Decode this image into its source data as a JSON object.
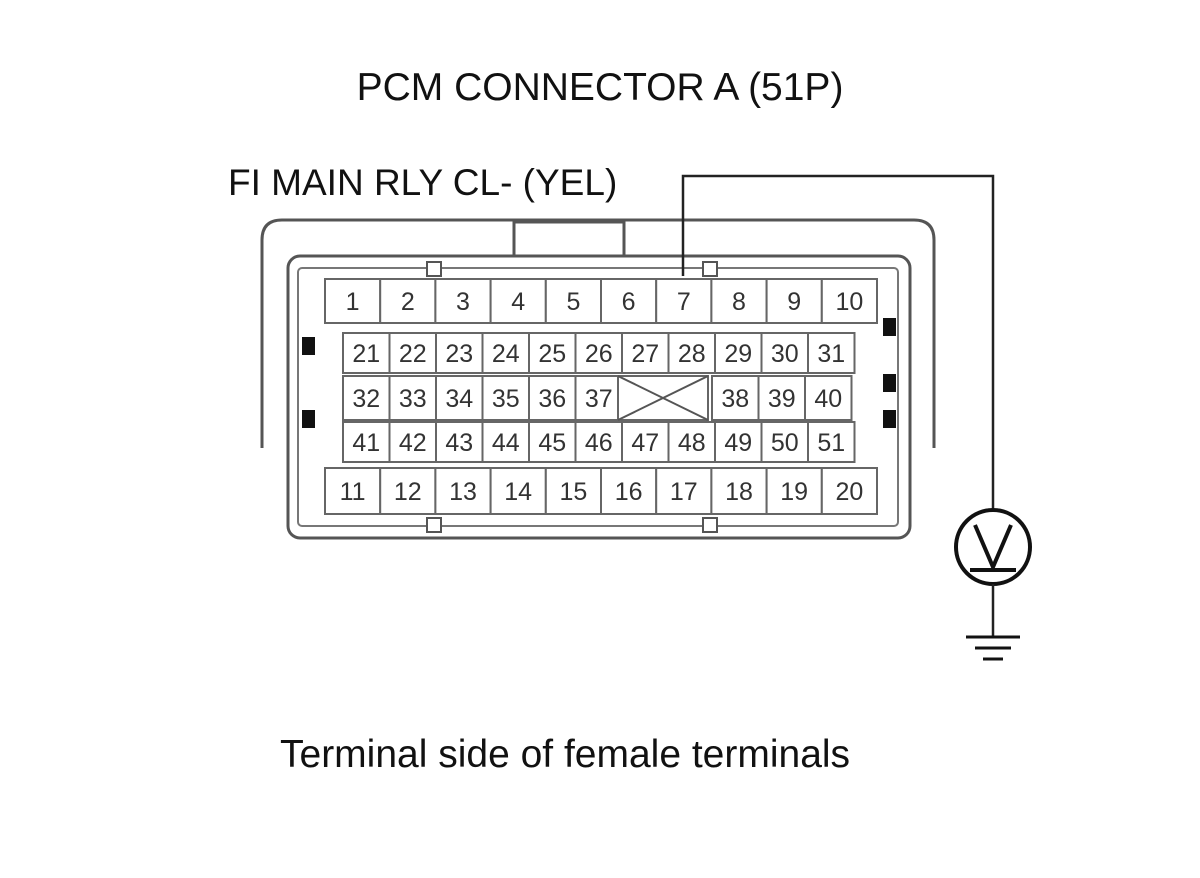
{
  "title": "PCM CONNECTOR A (51P)",
  "wire_label": "FI MAIN RLY CL- (YEL)",
  "caption": "Terminal side of female terminals",
  "connector": {
    "rows": [
      [
        "1",
        "2",
        "3",
        "4",
        "5",
        "6",
        "7",
        "8",
        "9",
        "10"
      ],
      [
        "21",
        "22",
        "23",
        "24",
        "25",
        "26",
        "27",
        "28",
        "29",
        "30",
        "31"
      ],
      [
        "32",
        "33",
        "34",
        "35",
        "36",
        "37",
        "",
        "38",
        "39",
        "40"
      ],
      [
        "41",
        "42",
        "43",
        "44",
        "45",
        "46",
        "47",
        "48",
        "49",
        "50",
        "51"
      ],
      [
        "11",
        "12",
        "13",
        "14",
        "15",
        "16",
        "17",
        "18",
        "19",
        "20"
      ]
    ],
    "probed_pin": "7"
  },
  "meter": {
    "symbol": "V",
    "icon": "voltmeter-icon"
  },
  "ground": {
    "icon": "ground-icon"
  }
}
